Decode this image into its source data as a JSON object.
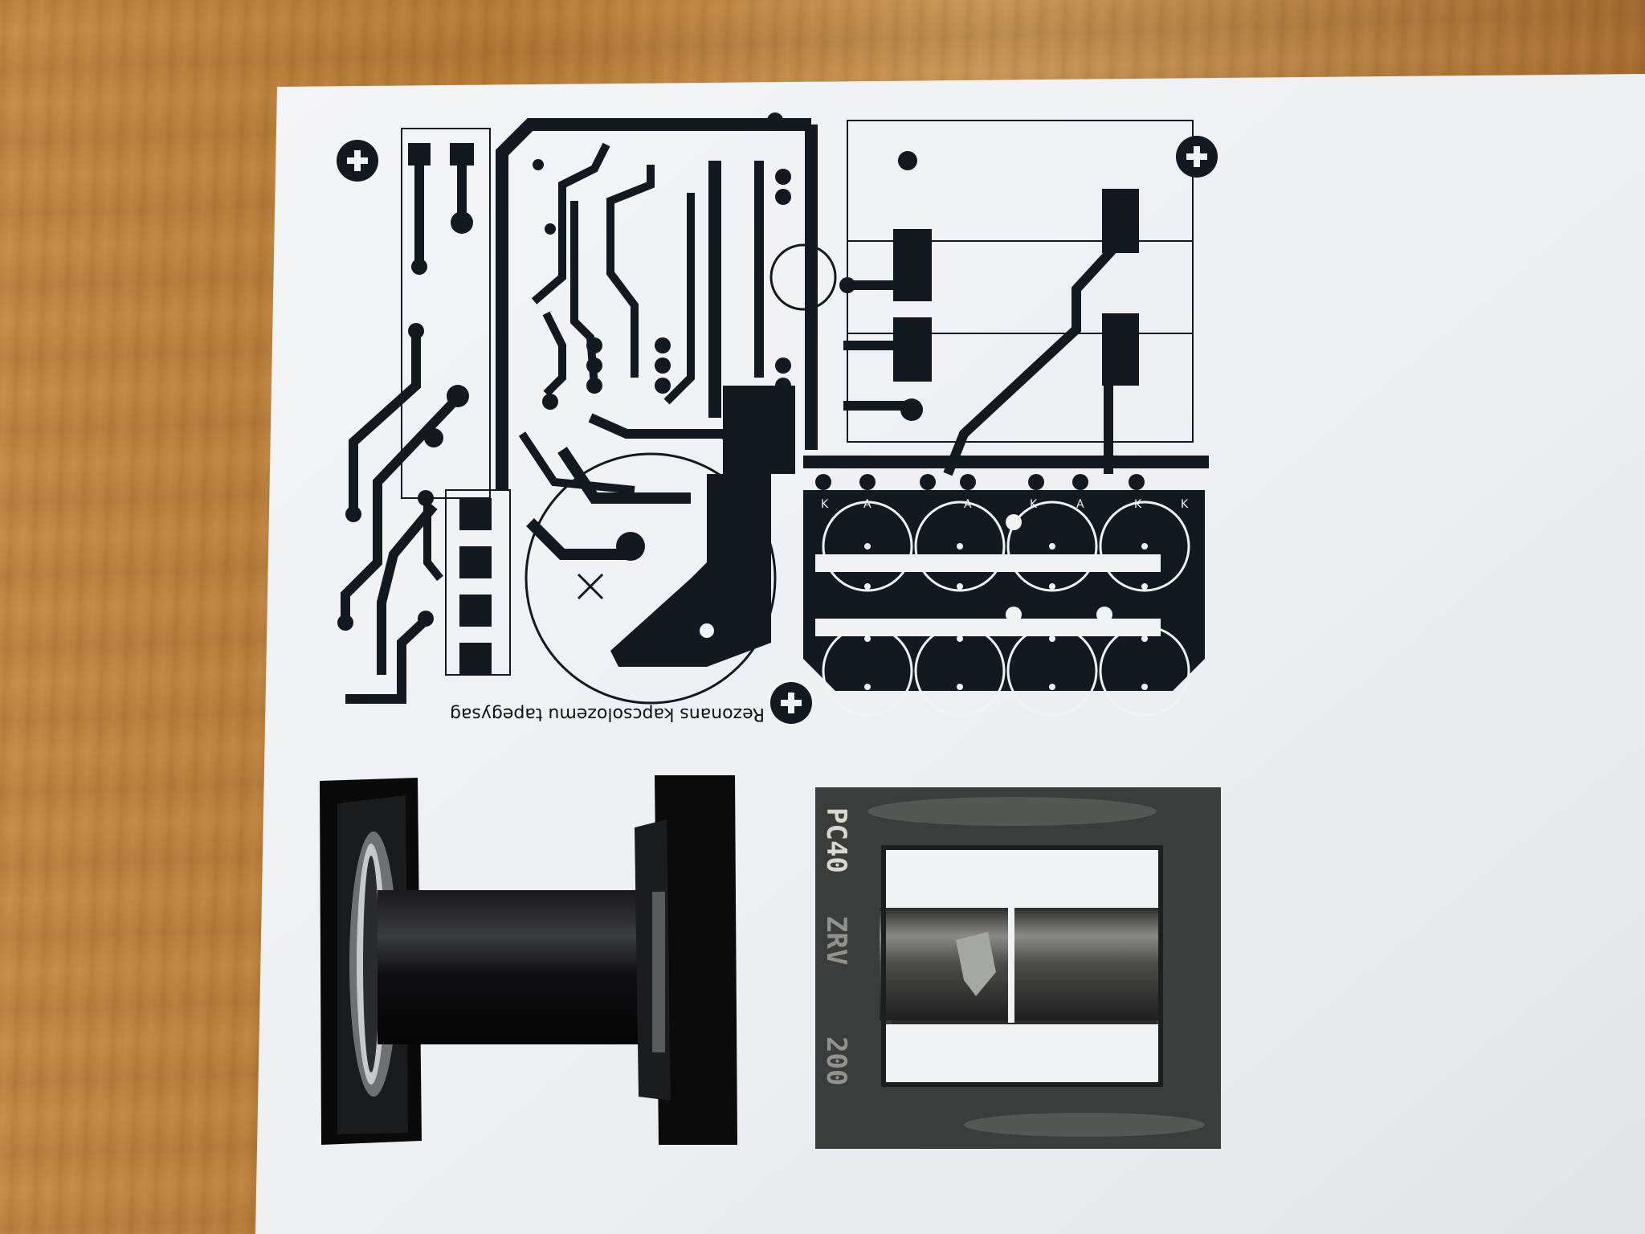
{
  "pcb": {
    "caption": "Rezonans kapcsolozemu tapegysag"
  },
  "ferrite_core": {
    "marking_1": "PC40",
    "marking_2": "ZRV",
    "marking_3": "200"
  },
  "pad_letters": {
    "k1": "K",
    "a1": "A",
    "a2": "A",
    "k2": "K",
    "a3": "A",
    "k3": "K",
    "k4": "K"
  },
  "colors": {
    "desk": "#b9803a",
    "paper": "#f1f2f4",
    "trace": "#14181f",
    "ferrite": "#2f3230"
  }
}
